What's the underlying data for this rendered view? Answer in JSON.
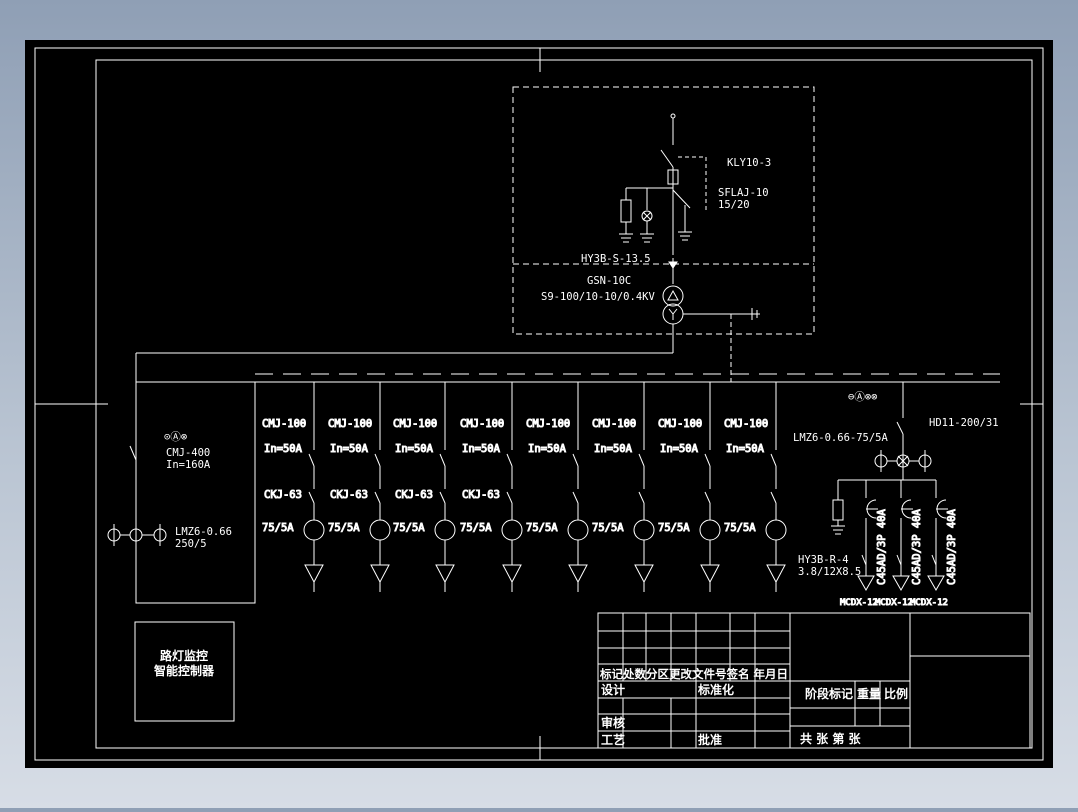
{
  "hv": {
    "switch_label": "KLY10-3",
    "fuse_label_1": "SFLAJ-10",
    "fuse_label_2": "15/20",
    "arrester_label": "HY3B-S-13.5",
    "cabinet_label": "GSN-10C",
    "transformer_label": "S9-100/10-10/0.4KV"
  },
  "incoming": {
    "meters": "⊙Ⓐ⊗",
    "breaker_model": "CMJ-400",
    "breaker_rating": "In=160A",
    "ct_model": "LMZ6-0.66",
    "ct_ratio": "250/5"
  },
  "feeders": [
    {
      "breaker": "CMJ-100",
      "rating": "In=50A",
      "contactor": "CKJ-63",
      "ct": "75/5A"
    },
    {
      "breaker": "CMJ-100",
      "rating": "In=50A",
      "contactor": "CKJ-63",
      "ct": "75/5A"
    },
    {
      "breaker": "CMJ-100",
      "rating": "In=50A",
      "contactor": "CKJ-63",
      "ct": "75/5A"
    },
    {
      "breaker": "CMJ-100",
      "rating": "In=50A",
      "contactor": "CKJ-63",
      "ct": "75/5A"
    },
    {
      "breaker": "CMJ-100",
      "rating": "In=50A",
      "contactor": "",
      "ct": "75/5A"
    },
    {
      "breaker": "CMJ-100",
      "rating": "In=50A",
      "contactor": "",
      "ct": "75/5A"
    },
    {
      "breaker": "CMJ-100",
      "rating": "In=50A",
      "contactor": "",
      "ct": "75/5A"
    },
    {
      "breaker": "CMJ-100",
      "rating": "In=50A",
      "contactor": "",
      "ct": "75/5A"
    }
  ],
  "compensation": {
    "meters": "⊖Ⓐ⊗⊗",
    "switch_label": "HD11-200/31",
    "ct_label": "LMZ6-0.66-75/5A",
    "arrester_label_1": "HY3B-R-4",
    "arrester_label_2": "3.8/12X8.5",
    "breakers": [
      {
        "label": "C45AD/3P 40A",
        "contactor": "MCDX-12"
      },
      {
        "label": "C45AD/3P 40A",
        "contactor": "MCDX-12"
      },
      {
        "label": "C45AD/3P 40A",
        "contactor": "MCDX-12"
      }
    ]
  },
  "controller": {
    "line1": "路灯监控",
    "line2": "智能控制器"
  },
  "title_block": {
    "row_header": "标记处数分区更改文件号签名 年月日",
    "design": "设计",
    "standardize": "标准化",
    "check": "审核",
    "process": "工艺",
    "approve": "批准",
    "stage_mark": "阶段标记",
    "weight": "重量",
    "scale": "比例",
    "sheets": "共  张 第  张"
  },
  "colors": {
    "background": "#000000",
    "line": "#ffffff"
  }
}
